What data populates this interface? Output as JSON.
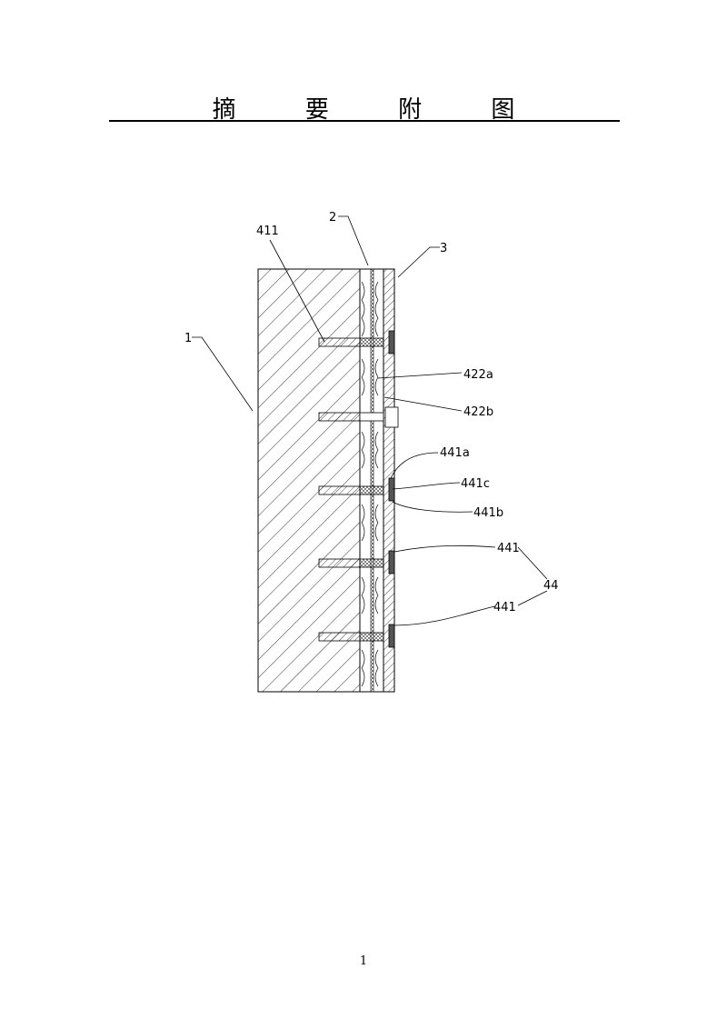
{
  "header": {
    "title": "摘 要 附 图"
  },
  "figure": {
    "labels": {
      "l1": "1",
      "l2": "2",
      "l3": "3",
      "l411": "411",
      "l422a": "422a",
      "l422b": "422b",
      "l441a": "441a",
      "l441c": "441c",
      "l441b": "441b",
      "l441_1": "441",
      "l441_2": "441",
      "l44": "44"
    }
  },
  "footer": {
    "page_number": "1"
  }
}
